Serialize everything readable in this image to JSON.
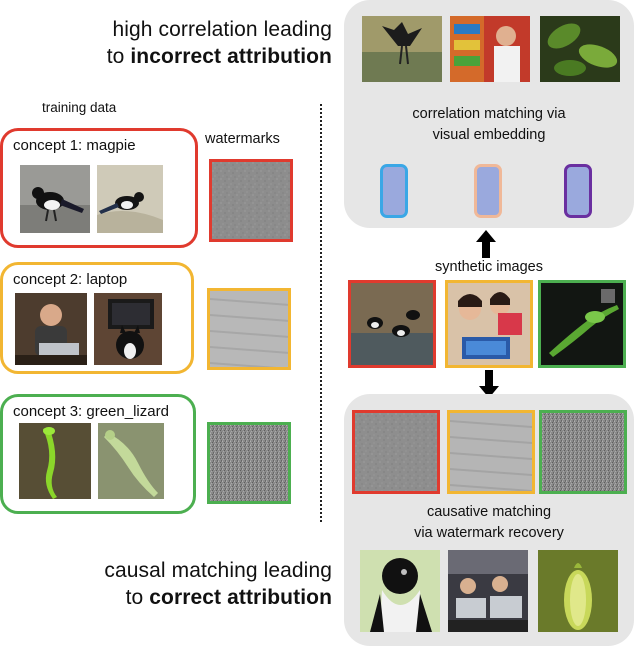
{
  "top_headline": {
    "line1": "high correlation leading",
    "line2_prefix": "to ",
    "line2_bold": "incorrect attribution"
  },
  "bottom_headline": {
    "line1": "causal matching leading",
    "line2_prefix": "to ",
    "line2_bold": "correct attribution"
  },
  "training_label": "training data",
  "watermarks_label": "watermarks",
  "concepts": [
    {
      "title": "concept 1: magpie",
      "color": "#e03a2e"
    },
    {
      "title": "concept 2: laptop",
      "color": "#f2b632"
    },
    {
      "title": "concept 3: green_lizard",
      "color": "#4caf50"
    }
  ],
  "correlation_text": {
    "line1": "correlation matching via",
    "line2": "visual embedding"
  },
  "synthetic_label": "synthetic images",
  "causative_text": {
    "line1": "causative matching",
    "line2": "via watermark recovery"
  },
  "embedding_colors": [
    "#3aa7e6",
    "#f0b898",
    "#6a2fa0"
  ],
  "embedding_fill": "#9aa9dd",
  "panel_color": "#e6e6e6"
}
